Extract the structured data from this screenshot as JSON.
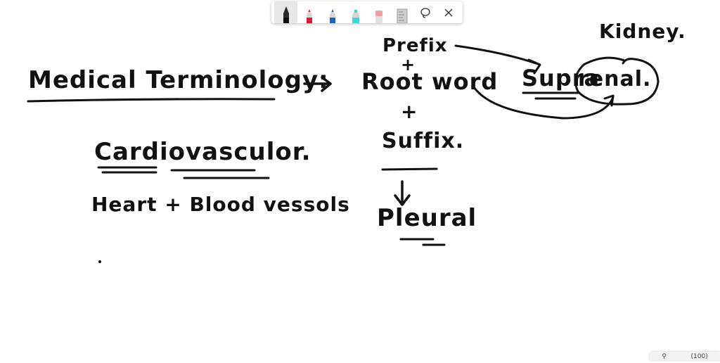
{
  "toolbar": {
    "pens": [
      {
        "icon": "pen-black-icon",
        "color": "#1a1a1a"
      },
      {
        "icon": "pen-red-icon",
        "color": "#d81b3a"
      },
      {
        "icon": "pen-blue-icon",
        "color": "#1e63c4"
      },
      {
        "icon": "highlighter-cyan-icon",
        "color": "#3fd6d6"
      },
      {
        "icon": "eraser-icon",
        "color": "#f2a0a8"
      },
      {
        "icon": "ruler-icon",
        "color": "#9e9e9e"
      }
    ],
    "lasso_icon": "lasso-icon",
    "close_icon": "close-icon"
  },
  "ink": {
    "medical_terminology": "Medical Terminology:",
    "prefix": "Prefix",
    "plus_1": "+",
    "root_word": "Root word",
    "plus_2": "+",
    "suffix": "Suffix.",
    "pleural": "Pleural",
    "supra": "Supra",
    "renal": "renal.",
    "kidney": "Kidney.",
    "cardiovascular": "Cardiovasculor.",
    "heart_blood": "Heart + Blood vessols"
  },
  "zoom": {
    "text": "(100)"
  }
}
